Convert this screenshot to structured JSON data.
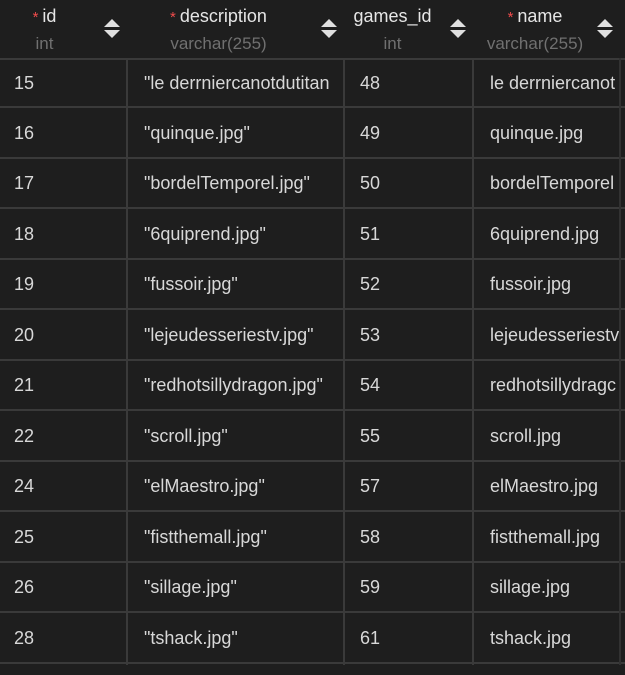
{
  "columns": [
    {
      "name": "id",
      "type": "int",
      "required": true
    },
    {
      "name": "description",
      "type": "varchar(255)",
      "required": true
    },
    {
      "name": "games_id",
      "type": "int",
      "required": false
    },
    {
      "name": "name",
      "type": "varchar(255)",
      "required": true
    }
  ],
  "required_marker": "*",
  "rows": [
    {
      "id": "15",
      "description": "\"le derrniercanotdutitan",
      "games_id": "48",
      "name": "le derrniercanot"
    },
    {
      "id": "16",
      "description": "\"quinque.jpg\"",
      "games_id": "49",
      "name": "quinque.jpg"
    },
    {
      "id": "17",
      "description": "\"bordelTemporel.jpg\"",
      "games_id": "50",
      "name": "bordelTemporel"
    },
    {
      "id": "18",
      "description": "\"6quiprend.jpg\"",
      "games_id": "51",
      "name": "6quiprend.jpg"
    },
    {
      "id": "19",
      "description": "\"fussoir.jpg\"",
      "games_id": "52",
      "name": "fussoir.jpg"
    },
    {
      "id": "20",
      "description": "\"lejeudesseriestv.jpg\"",
      "games_id": "53",
      "name": "lejeudesseriestv"
    },
    {
      "id": "21",
      "description": "\"redhotsillydragon.jpg\"",
      "games_id": "54",
      "name": "redhotsillydragc"
    },
    {
      "id": "22",
      "description": "\"scroll.jpg\"",
      "games_id": "55",
      "name": "scroll.jpg"
    },
    {
      "id": "24",
      "description": "\"elMaestro.jpg\"",
      "games_id": "57",
      "name": "elMaestro.jpg"
    },
    {
      "id": "25",
      "description": "\"fistthemall.jpg\"",
      "games_id": "58",
      "name": "fistthemall.jpg"
    },
    {
      "id": "26",
      "description": "\"sillage.jpg\"",
      "games_id": "59",
      "name": "sillage.jpg"
    },
    {
      "id": "28",
      "description": "\"tshack.jpg\"",
      "games_id": "61",
      "name": "tshack.jpg"
    }
  ],
  "sort_icon": "sort-updown-icon",
  "colors": {
    "background": "#1e1e1e",
    "grid_line": "#3a3a3a",
    "required": "#f14c4c",
    "type_text": "#707070"
  }
}
